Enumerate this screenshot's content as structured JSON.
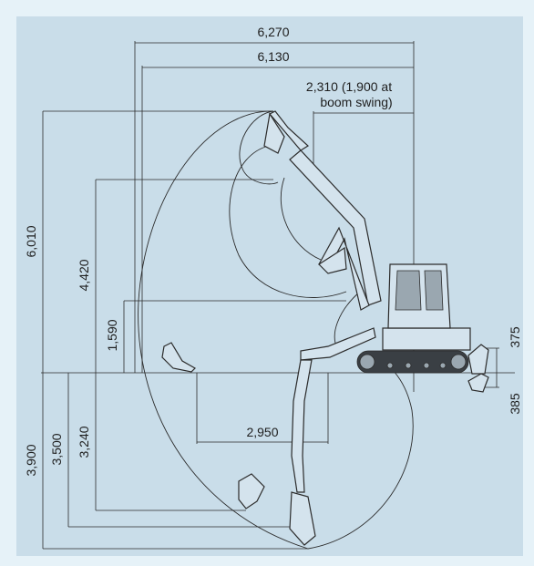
{
  "colors": {
    "outer_background": "#e6f2f8",
    "panel_background": "#c9dde9",
    "line": "#2b2b2b",
    "machine_body": "#d4e3ed",
    "machine_dark": "#3a3f44"
  },
  "dimensions": {
    "top_width_1": "6,270",
    "top_width_2": "6,130",
    "swing_offset_1": "2,310 (1,900 at",
    "swing_offset_2": "boom swing)",
    "max_height": "6,010",
    "dump_height": "4,420",
    "vertical_wall": "1,590",
    "blade_raise": "375",
    "blade_lower": "385",
    "min_swing_radius": "2,950",
    "max_depth": "3,900",
    "digging_depth": "3,500",
    "wall_depth": "3,240"
  }
}
